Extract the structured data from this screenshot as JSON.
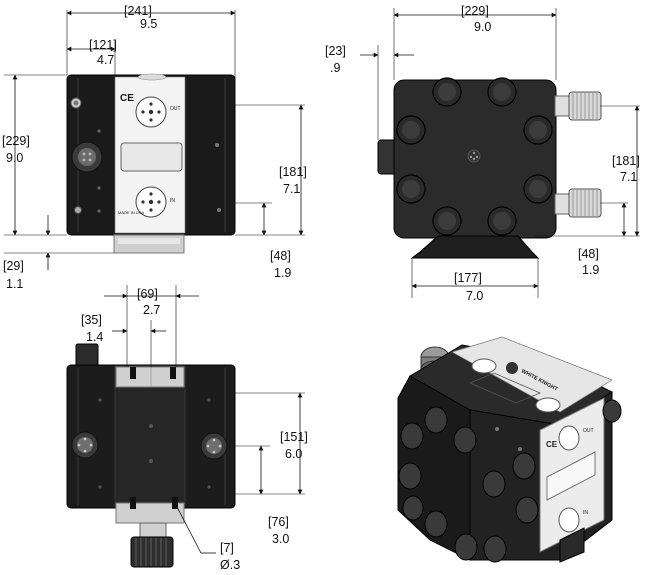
{
  "views": {
    "front": {
      "width": {
        "mm": "[241]",
        "in": "9.5"
      },
      "port_offset": {
        "mm": "[121]",
        "in": "4.7"
      },
      "height": {
        "mm": "[229]",
        "in": "9.0"
      },
      "out_height": {
        "mm": "[181]",
        "in": "7.1"
      },
      "in_height": {
        "mm": "[48]",
        "in": "1.9"
      },
      "base_offset": {
        "mm": "[29]",
        "in": "1.1"
      },
      "labels": {
        "ce": "CE",
        "out": "OUT",
        "in": "IN",
        "made": "MADE IN USA"
      }
    },
    "side": {
      "width": {
        "mm": "[229]",
        "in": "9.0"
      },
      "knob_offset": {
        "mm": "[23]",
        "in": ".9"
      },
      "out_height": {
        "mm": "[181]",
        "in": "7.1"
      },
      "in_height": {
        "mm": "[48]",
        "in": "1.9"
      },
      "base_width": {
        "mm": "[177]",
        "in": "7.0"
      }
    },
    "rear": {
      "slot_spacing": {
        "mm": "[69]",
        "in": "2.7"
      },
      "slot_offset": {
        "mm": "[35]",
        "in": "1.4"
      },
      "upper_height": {
        "mm": "[151]",
        "in": "6.0"
      },
      "lower_height": {
        "mm": "[76]",
        "in": "3.0"
      },
      "hole_diameter": {
        "mm": "[7]",
        "in": "Ø.3"
      }
    },
    "iso": {
      "brand": "WHITE KNIGHT",
      "labels": {
        "ce": "CE",
        "out": "OUT",
        "in": "IN"
      }
    }
  }
}
